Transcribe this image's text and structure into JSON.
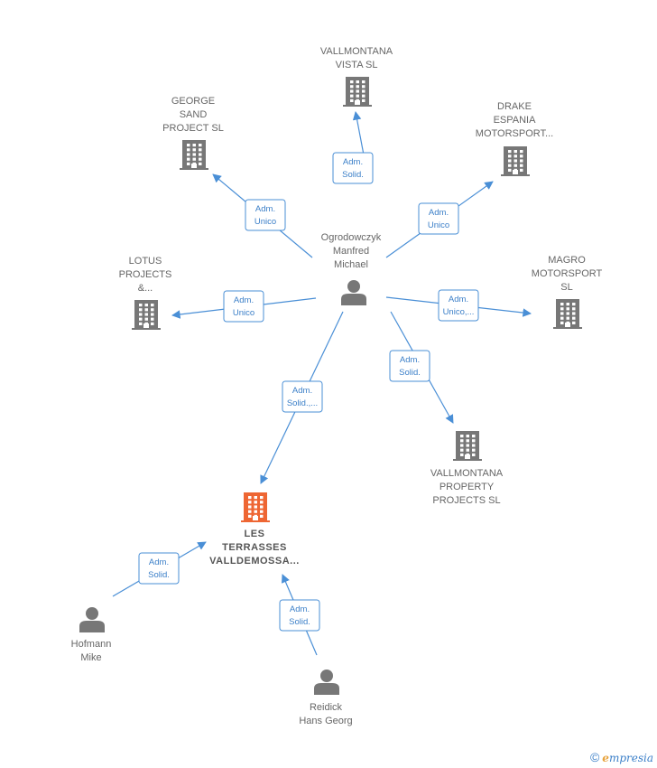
{
  "colors": {
    "edge": "#4a8fd6",
    "company_icon": "#777777",
    "main_company_icon": "#ee6633",
    "person_icon": "#777777"
  },
  "nodes": [
    {
      "id": "ogrodowczyk",
      "type": "person",
      "icon": "person-icon",
      "lines": [
        "Ogrodowczyk",
        "Manfred",
        "Michael"
      ]
    },
    {
      "id": "vallmontana-vista",
      "type": "company",
      "icon": "building-icon",
      "lines": [
        "VALLMONTANA",
        "VISTA  SL"
      ]
    },
    {
      "id": "george-sand",
      "type": "company",
      "icon": "building-icon",
      "lines": [
        "GEORGE",
        "SAND",
        "PROJECT  SL"
      ]
    },
    {
      "id": "drake-espania",
      "type": "company",
      "icon": "building-icon",
      "lines": [
        "DRAKE",
        "ESPANIA",
        "MOTORSPORT..."
      ]
    },
    {
      "id": "lotus-projects",
      "type": "company",
      "icon": "building-icon",
      "lines": [
        "LOTUS",
        "PROJECTS",
        "&..."
      ]
    },
    {
      "id": "magro-motorsport",
      "type": "company",
      "icon": "building-icon",
      "lines": [
        "MAGRO",
        "MOTORSPORT",
        "SL"
      ]
    },
    {
      "id": "vallmontana-property",
      "type": "company",
      "icon": "building-icon",
      "lines": [
        "VALLMONTANA",
        "PROPERTY",
        "PROJECTS SL"
      ]
    },
    {
      "id": "les-terrasses",
      "type": "company",
      "main": true,
      "icon": "building-icon",
      "lines": [
        "LES",
        "TERRASSES",
        "VALLDEMOSSA..."
      ]
    },
    {
      "id": "hofmann",
      "type": "person",
      "icon": "person-icon",
      "lines": [
        "Hofmann",
        "Mike"
      ]
    },
    {
      "id": "reidick",
      "type": "person",
      "icon": "person-icon",
      "lines": [
        "Reidick",
        "Hans Georg"
      ]
    }
  ],
  "edges": [
    {
      "id": "e-vista",
      "from": "ogrodowczyk",
      "to": "vallmontana-vista",
      "lines": [
        "Adm.",
        "Solid."
      ]
    },
    {
      "id": "e-george",
      "from": "ogrodowczyk",
      "to": "george-sand",
      "lines": [
        "Adm.",
        "Unico"
      ]
    },
    {
      "id": "e-drake",
      "from": "ogrodowczyk",
      "to": "drake-espania",
      "lines": [
        "Adm.",
        "Unico"
      ]
    },
    {
      "id": "e-lotus",
      "from": "ogrodowczyk",
      "to": "lotus-projects",
      "lines": [
        "Adm.",
        "Unico"
      ]
    },
    {
      "id": "e-magro",
      "from": "ogrodowczyk",
      "to": "magro-motorsport",
      "lines": [
        "Adm.",
        "Unico,..."
      ]
    },
    {
      "id": "e-property",
      "from": "ogrodowczyk",
      "to": "vallmontana-property",
      "lines": [
        "Adm.",
        "Solid."
      ]
    },
    {
      "id": "e-terrasses",
      "from": "ogrodowczyk",
      "to": "les-terrasses",
      "lines": [
        "Adm.",
        "Solid.,..."
      ]
    },
    {
      "id": "e-hofmann",
      "from": "hofmann",
      "to": "les-terrasses",
      "lines": [
        "Adm.",
        "Solid."
      ]
    },
    {
      "id": "e-reidick",
      "from": "reidick",
      "to": "les-terrasses",
      "lines": [
        "Adm.",
        "Solid."
      ]
    }
  ],
  "brand": {
    "copyright": "©",
    "logo_initial": "e",
    "logo_rest": "mpresia"
  }
}
